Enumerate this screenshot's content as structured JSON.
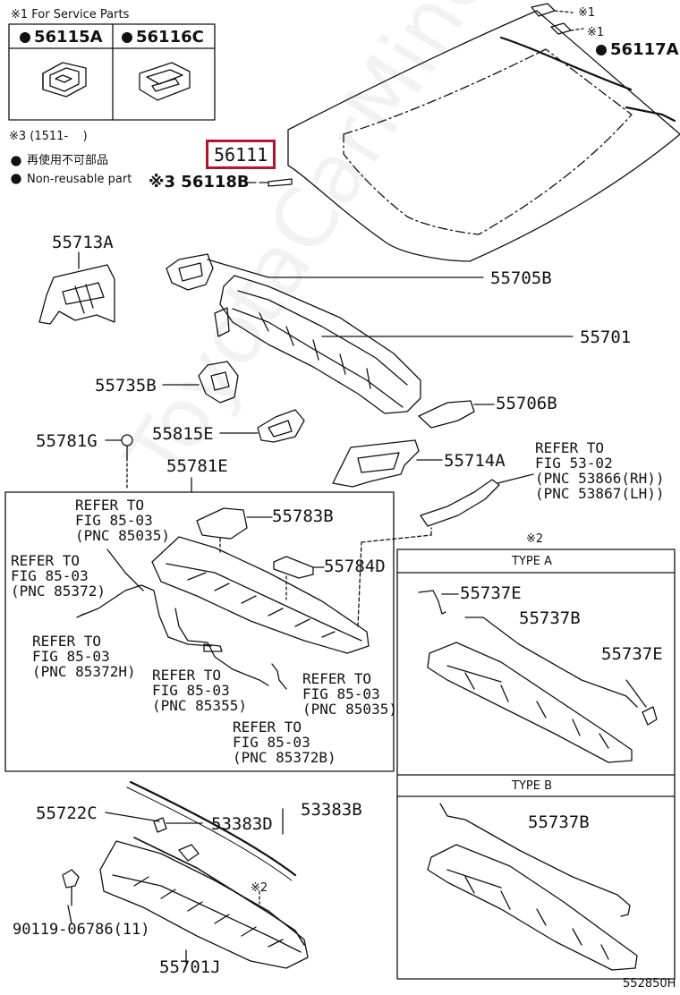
{
  "watermark": "ToyotaCarMine.ru",
  "service_box": {
    "title": "※1 For Service Parts",
    "left_part": "56115A",
    "right_part": "56116C"
  },
  "note3": "※3 (1511-    )",
  "legend_jp": "再使用不可部品",
  "legend_en": "Non-reusable part",
  "labels": {
    "p56117A": "56117A",
    "mark1a": "※1",
    "mark1b": "※1",
    "p56111": "56111",
    "p56118B": "※3 56118B",
    "p55713A": "55713A",
    "p55705B": "55705B",
    "p55701": "55701",
    "p55735B": "55735B",
    "p55706B": "55706B",
    "p55815E": "55815E",
    "p55781G": "55781G",
    "p55714A": "55714A",
    "p55781E": "55781E",
    "ref5302": "REFER TO\nFIG 53-02\n(PNC 53866(RH))\n(PNC 53867(LH))",
    "ref85035a": "REFER TO\nFIG 85-03\n(PNC 85035)",
    "p55783B": "55783B",
    "p55784D": "55784D",
    "ref85372": "REFER TO\nFIG 85-03\n(PNC 85372)",
    "ref85372H": "REFER TO\nFIG 85-03\n(PNC 85372H)",
    "ref85355": "REFER TO\nFIG 85-03\n(PNC 85355)",
    "ref85035b": "REFER TO\nFIG 85-03\n(PNC 85035)",
    "ref85372B": "REFER TO\nFIG 85-03\n(PNC 85372B)",
    "mark2top": "※2",
    "typeA": "TYPE A",
    "p55737E_1": "55737E",
    "p55737B_1": "55737B",
    "p55737E_2": "55737E",
    "typeB": "TYPE B",
    "p55737B_2": "55737B",
    "p55722C": "55722C",
    "p53383D": "53383D",
    "p53383B": "53383B",
    "mark2bot": "※2",
    "p90119": "90119-06786(11)",
    "p55701J": "55701J",
    "diagram_id": "552850H"
  },
  "colors": {
    "line": "#111111",
    "callout": "#b3162b"
  }
}
